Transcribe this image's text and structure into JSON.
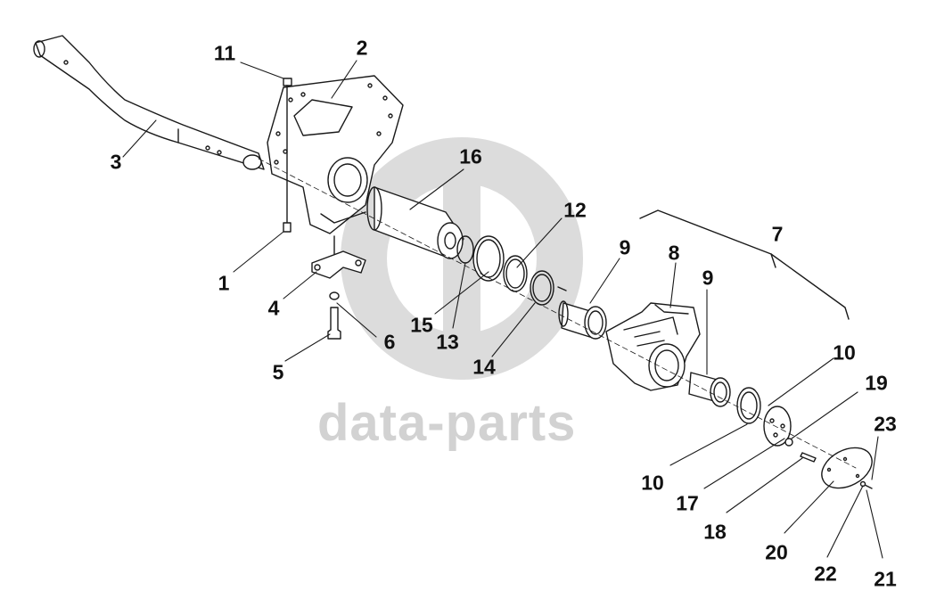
{
  "watermark": {
    "text": "data-parts",
    "color": "#cfcfcf"
  },
  "callouts": [
    {
      "id": "1",
      "text": "1"
    },
    {
      "id": "2",
      "text": "2"
    },
    {
      "id": "3",
      "text": "3"
    },
    {
      "id": "4",
      "text": "4"
    },
    {
      "id": "5",
      "text": "5"
    },
    {
      "id": "6",
      "text": "6"
    },
    {
      "id": "7",
      "text": "7"
    },
    {
      "id": "8",
      "text": "8"
    },
    {
      "id": "9a",
      "text": "9"
    },
    {
      "id": "9b",
      "text": "9"
    },
    {
      "id": "10a",
      "text": "10"
    },
    {
      "id": "10b",
      "text": "10"
    },
    {
      "id": "11",
      "text": "11"
    },
    {
      "id": "12",
      "text": "12"
    },
    {
      "id": "13",
      "text": "13"
    },
    {
      "id": "14",
      "text": "14"
    },
    {
      "id": "15",
      "text": "15"
    },
    {
      "id": "16",
      "text": "16"
    },
    {
      "id": "17",
      "text": "17"
    },
    {
      "id": "18",
      "text": "18"
    },
    {
      "id": "19",
      "text": "19"
    },
    {
      "id": "20",
      "text": "20"
    },
    {
      "id": "21",
      "text": "21"
    },
    {
      "id": "22",
      "text": "22"
    },
    {
      "id": "23",
      "text": "23"
    }
  ]
}
